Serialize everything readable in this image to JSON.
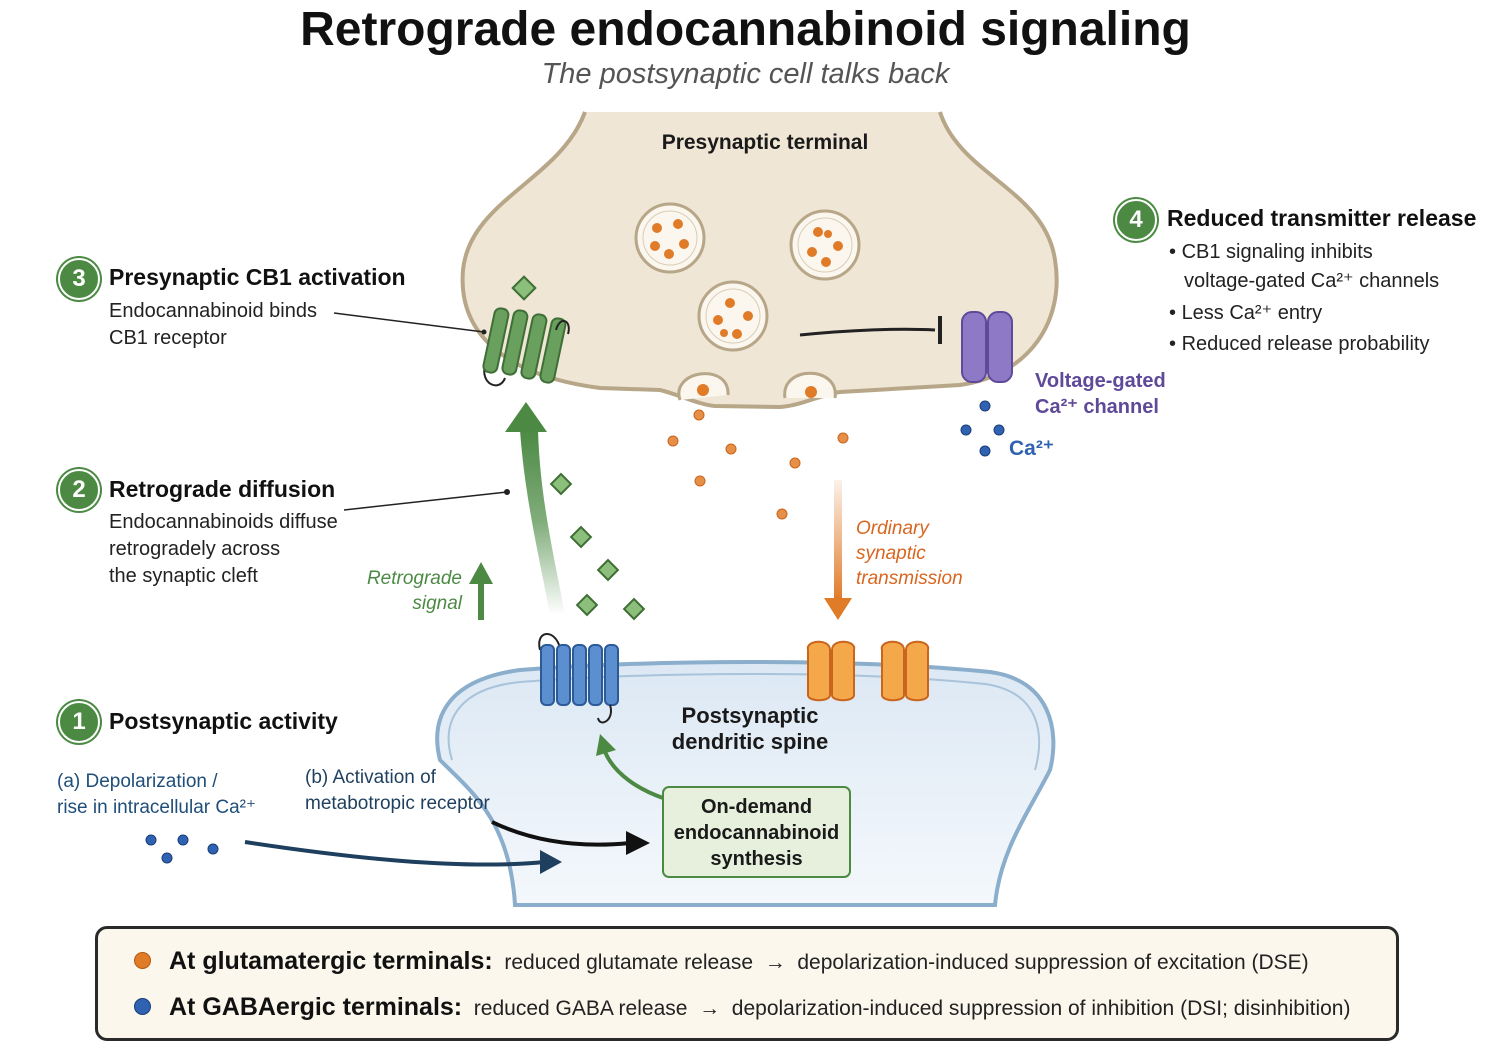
{
  "title": "Retrograde endocannabinoid signaling",
  "subtitle": "The postsynaptic cell talks back",
  "presynaptic": {
    "label": "Presynaptic terminal"
  },
  "postsynaptic": {
    "label_line1": "Postsynaptic",
    "label_line2": "dendritic spine"
  },
  "synthesis_box": {
    "line1": "On-demand",
    "line2": "endocannabinoid",
    "line3": "synthesis"
  },
  "steps": [
    {
      "number": "1",
      "heading": "Postsynaptic activity",
      "a_line1": "(a) Depolarization /",
      "a_line2": "rise in intracellular Ca²⁺",
      "b_line1": "(b) Activation of",
      "b_line2": "metabotropic receptor"
    },
    {
      "number": "2",
      "heading": "Retrograde diffusion",
      "body_line1": "Endocannabinoids diffuse",
      "body_line2": "retrogradely across",
      "body_line3": "the synaptic cleft"
    },
    {
      "number": "3",
      "heading": "Presynaptic CB1 activation",
      "body_line1": "Endocannabinoid binds",
      "body_line2": "CB1 receptor"
    },
    {
      "number": "4",
      "heading": "Reduced transmitter release",
      "bullets": [
        "CB1 signaling inhibits",
        "voltage-gated Ca²⁺ channels",
        "Less Ca²⁺ entry",
        "Reduced release probability"
      ]
    }
  ],
  "labels": {
    "retrograde_line1": "Retrograde",
    "retrograde_line2": "signal",
    "ordinary_line1": "Ordinary",
    "ordinary_line2": "synaptic",
    "ordinary_line3": "transmission",
    "vgcc_line1": "Voltage-gated",
    "vgcc_line2": "Ca²⁺ channel",
    "ca_ion": "Ca²⁺"
  },
  "footer": {
    "row1_bold": "At glutamatergic terminals:",
    "row1_text": "reduced glutamate release",
    "row1_result": "depolarization-induced suppression of excitation (DSE)",
    "row2_bold": "At GABAergic terminals:",
    "row2_text": "reduced GABA release",
    "row2_result": "depolarization-induced suppression of inhibition  (DSI; disinhibition)",
    "arrow": "→"
  },
  "colors": {
    "green": "#4c8a44",
    "orange": "#e07b28",
    "blue": "#2f62b0",
    "purple": "#7b66b8",
    "navy": "#1f4e79",
    "pre_fill": "#efe6d6",
    "post_fill": "#e3ecf5"
  }
}
